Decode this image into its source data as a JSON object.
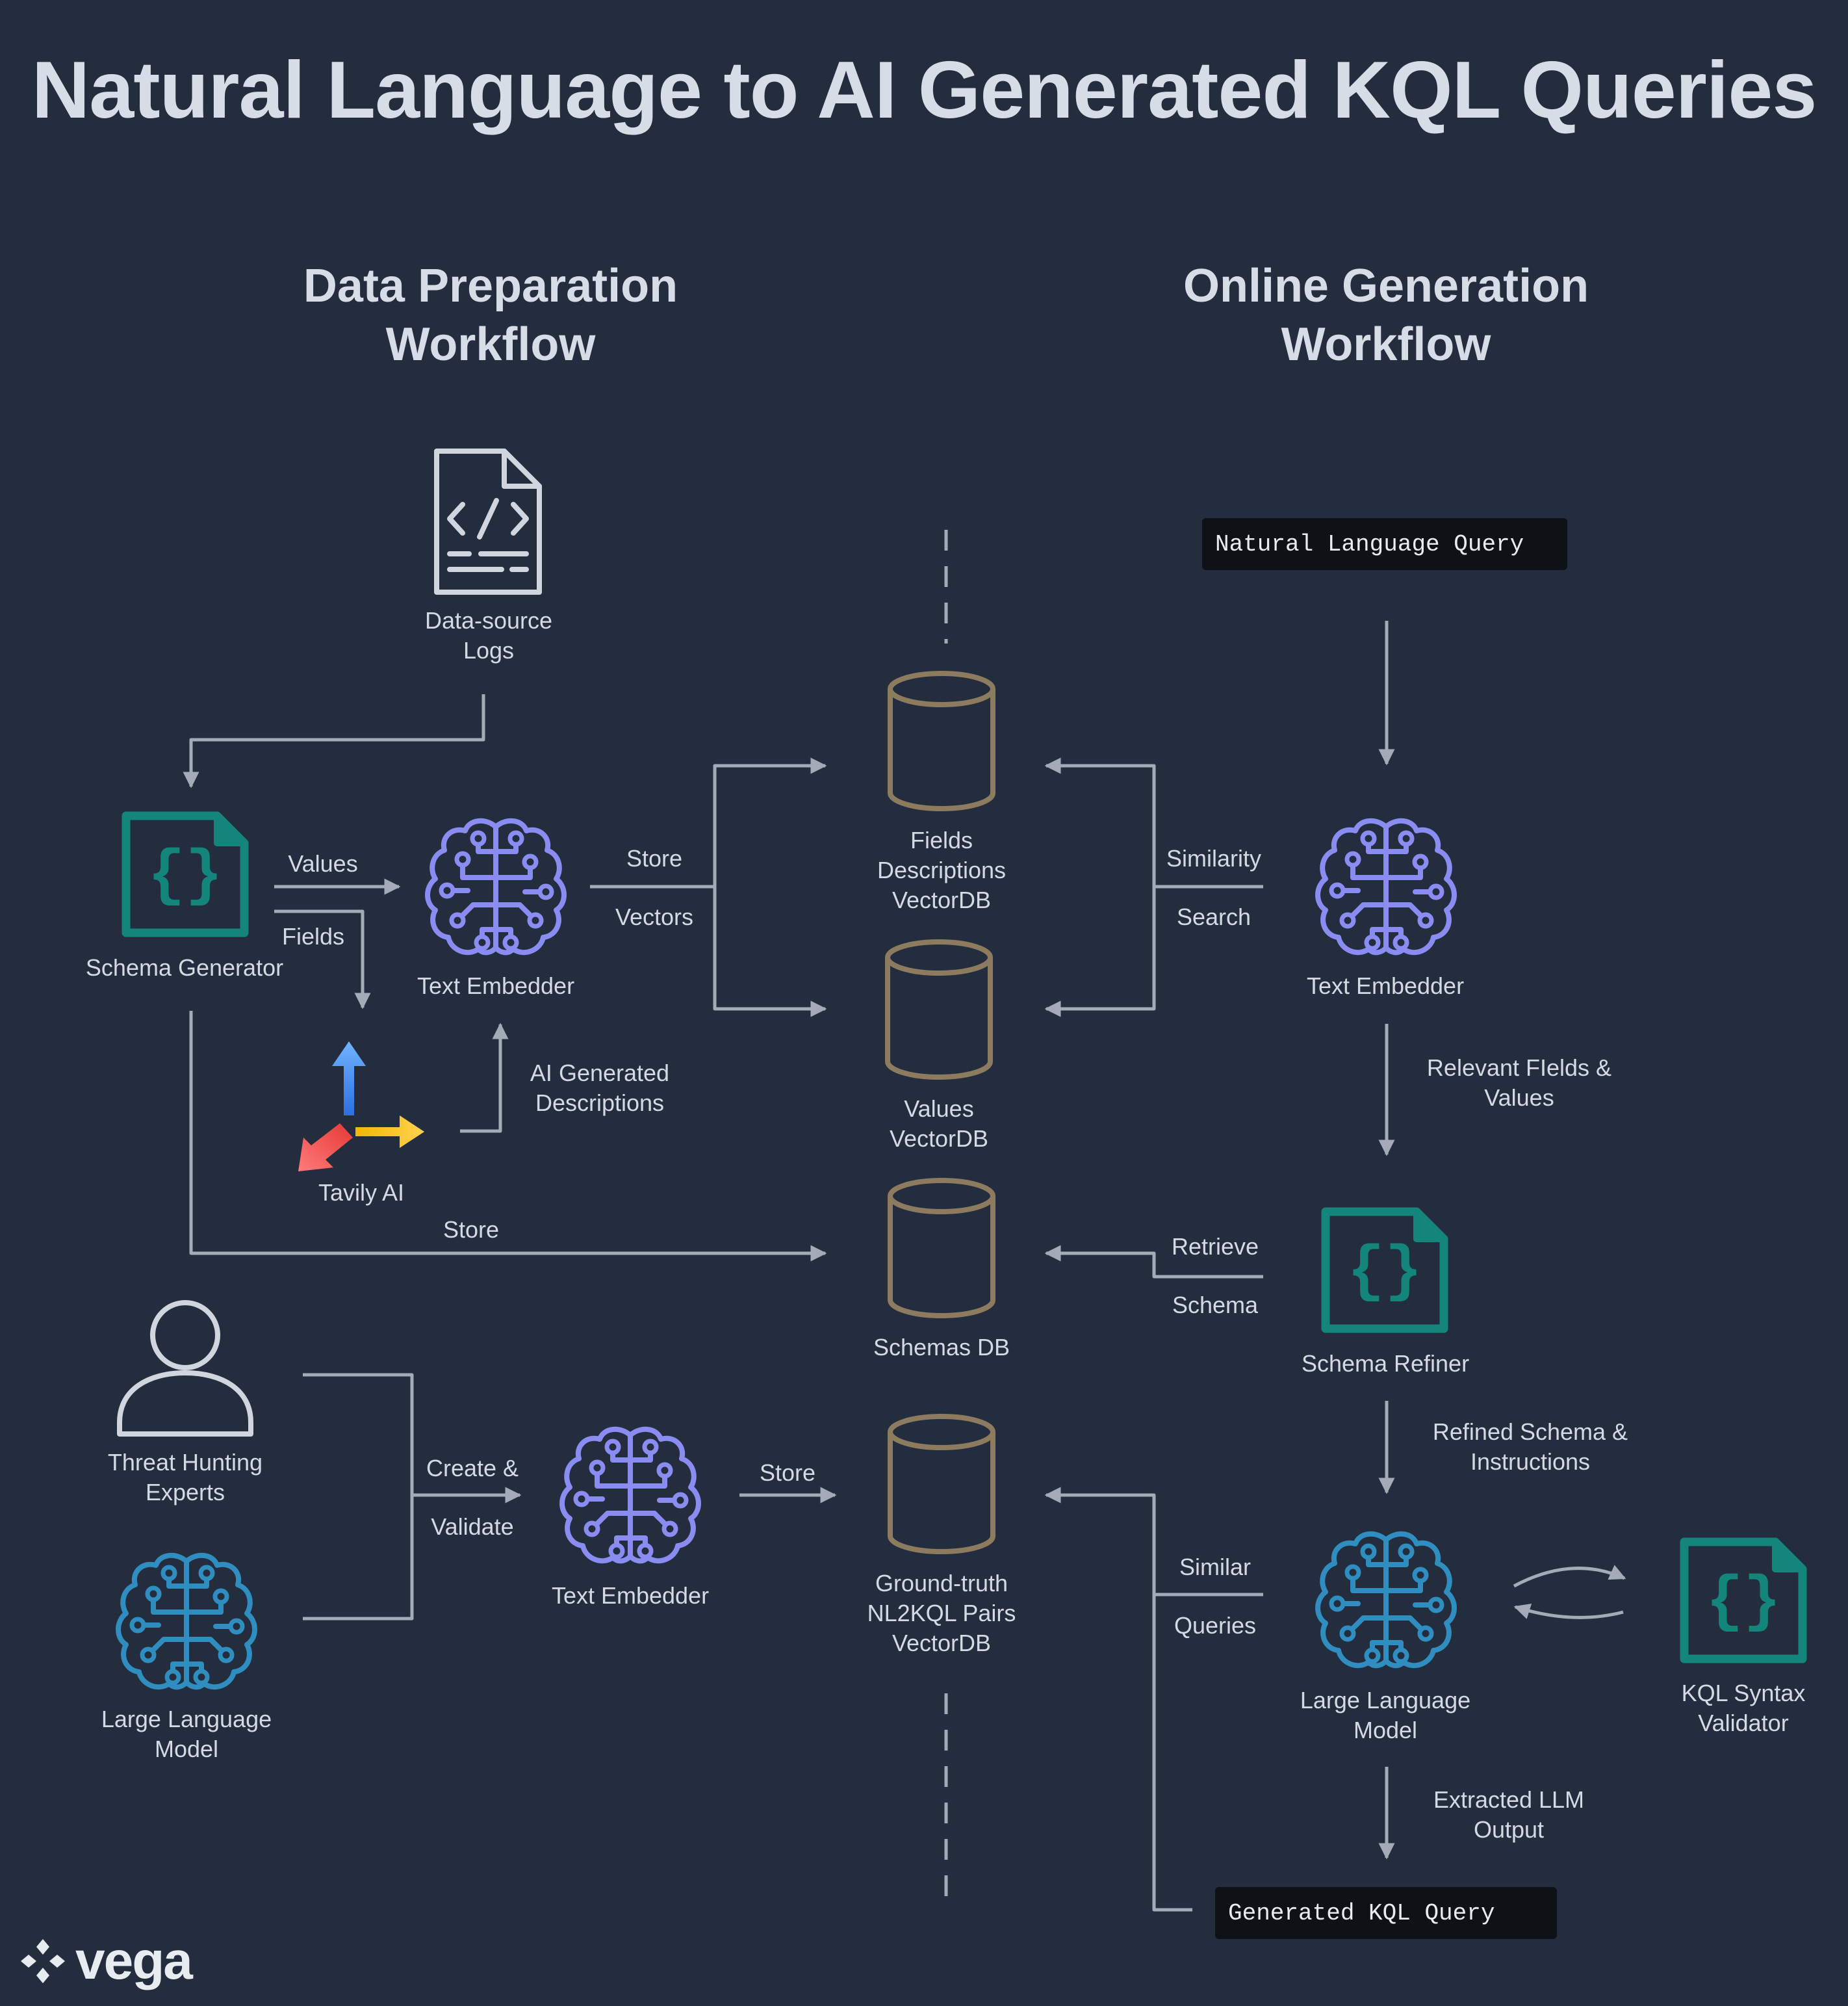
{
  "title": "Natural Language to AI Generated KQL Queries",
  "workflows": {
    "prep": "Data Preparation\nWorkflow",
    "online": "Online Generation\nWorkflow"
  },
  "queries": {
    "input": "Natural Language Query",
    "output": "Generated KQL Query"
  },
  "nodes": {
    "datasource_logs": "Data-source\nLogs",
    "schema_generator": "Schema Generator",
    "text_embedder_prep": "Text Embedder",
    "tavily_ai": "Tavily AI",
    "fields_db": "Fields\nDescriptions\nVectorDB",
    "values_db": "Values\nVectorDB",
    "schemas_db": "Schemas DB",
    "groundtruth_db": "Ground-truth\nNL2KQL Pairs\nVectorDB",
    "threat_hunting_experts": "Threat Hunting\nExperts",
    "llm_prep": "Large Language\nModel",
    "text_embedder_pairs": "Text Embedder",
    "text_embedder_online": "Text Embedder",
    "schema_refiner": "Schema Refiner",
    "llm_online": "Large Language\nModel",
    "kql_validator": "KQL Syntax\nValidator"
  },
  "edges": {
    "values": "Values",
    "fields": "Fields",
    "store_vectors_1": "Store",
    "store_vectors_2": "Vectors",
    "ai_descriptions": "AI Generated\nDescriptions",
    "store_schema": "Store",
    "similarity_1": "Similarity",
    "similarity_2": "Search",
    "relevant": "Relevant FIelds &\nValues",
    "retrieve_1": "Retrieve",
    "retrieve_2": "Schema",
    "refined": "Refined Schema &\nInstructions",
    "create_1": "Create &",
    "create_2": "Validate",
    "store_pairs": "Store",
    "similar_1": "Similar",
    "similar_2": "Queries",
    "extracted": "Extracted LLM\nOutput"
  },
  "brand": {
    "name": "vega"
  },
  "colors": {
    "background": "#232d3e",
    "line": "#a3abb6",
    "brain_purple": "#8b8cf2",
    "brain_blue": "#2f8dc0",
    "schema_teal": "#14857a",
    "db_gold": "#8c7b5f"
  }
}
